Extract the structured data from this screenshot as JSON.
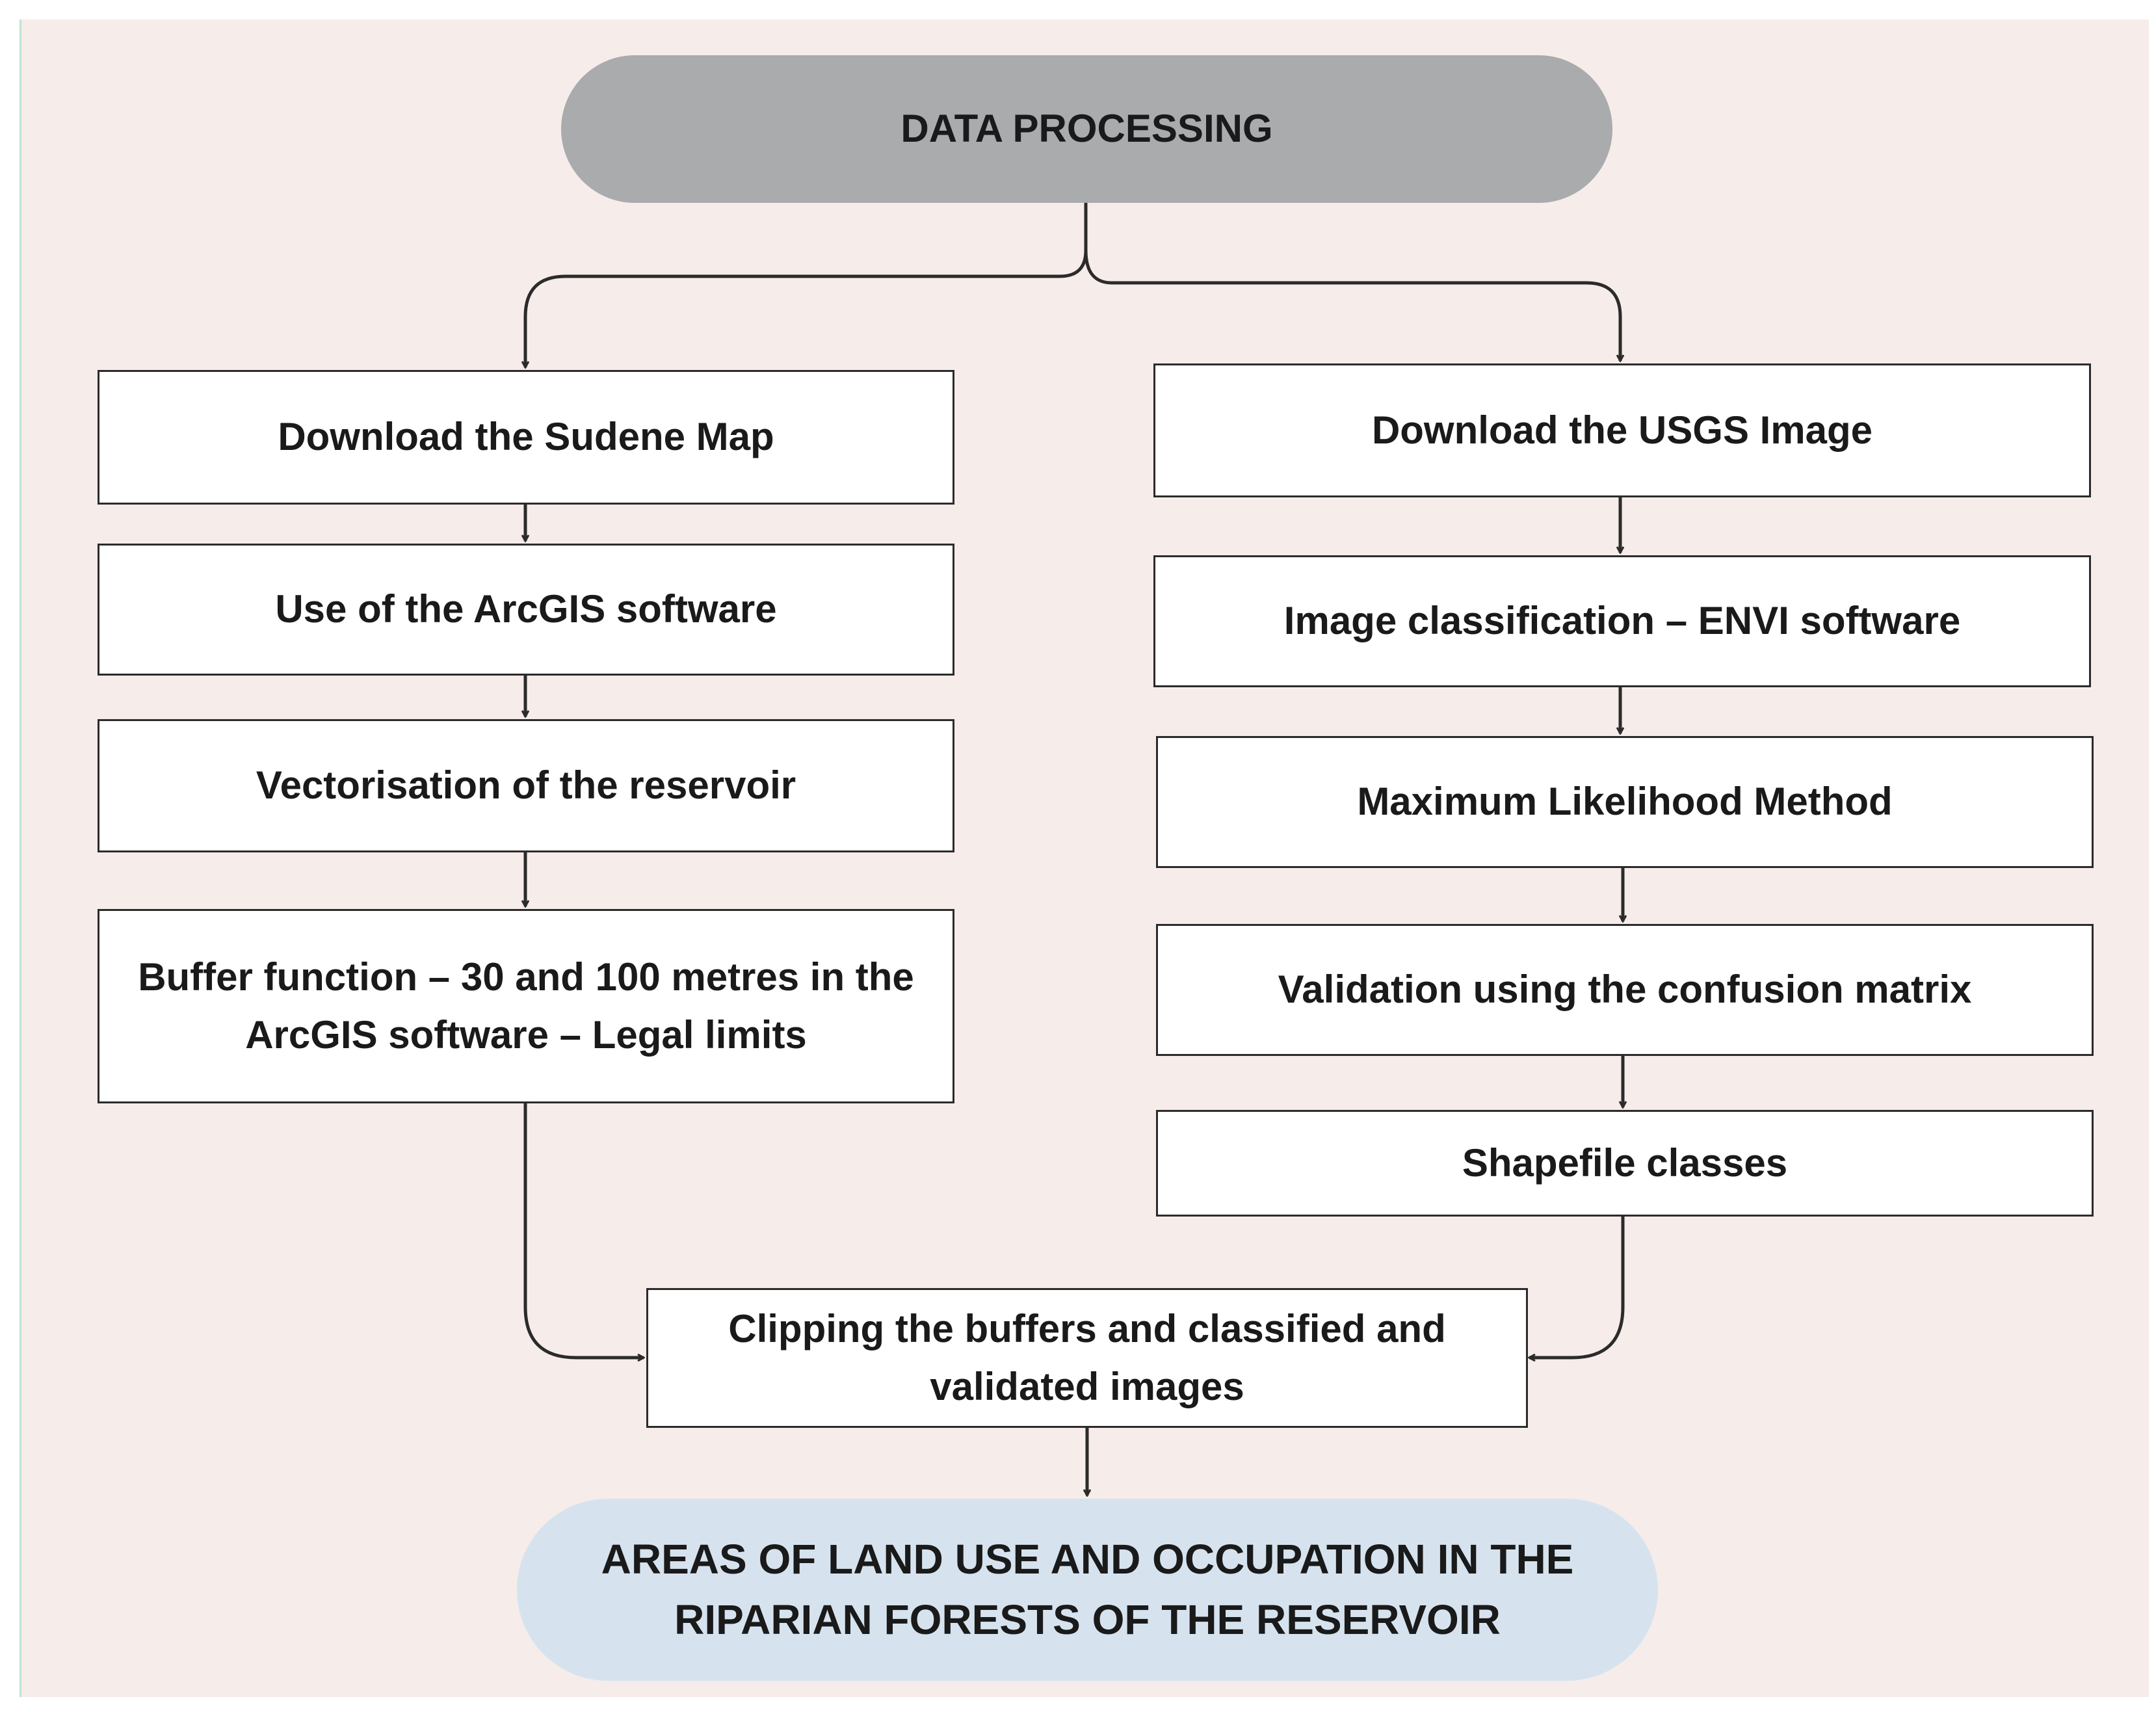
{
  "diagram": {
    "start": "DATA PROCESSING",
    "left_branch": [
      "Download the Sudene Map",
      "Use of the ArcGIS software",
      "Vectorisation of the reservoir",
      "Buffer function – 30 and 100 metres in the ArcGIS software – Legal limits"
    ],
    "right_branch": [
      "Download the USGS Image",
      "Image classification – ENVI software",
      "Maximum Likelihood Method",
      "Validation using the confusion matrix",
      "Shapefile classes"
    ],
    "merge": "Clipping the buffers and classified and validated images",
    "end": "AREAS OF LAND USE AND OCCUPATION IN THE RIPARIAN FORESTS OF THE RESERVOIR"
  },
  "colors": {
    "background": "#f6ecea",
    "start_fill": "#a9abad",
    "end_fill": "#d6e3ef",
    "box_fill": "#ffffff",
    "line": "#2b2b2b"
  }
}
